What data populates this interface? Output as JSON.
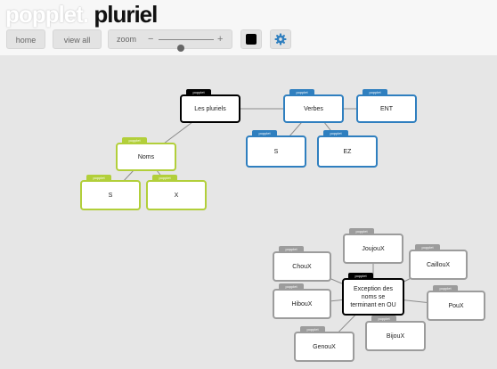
{
  "brand": {
    "logo": "popplet",
    "dot": ".",
    "title": "pluriel"
  },
  "toolbar": {
    "home_label": "home",
    "view_all_label": "view all",
    "zoom_label": "zoom",
    "zoom_minus": "−",
    "zoom_plus": "+",
    "zoom_level": 0.4,
    "current_color": "#000000",
    "settings_icon": "gear-icon"
  },
  "colors": {
    "black": "#000000",
    "blue": "#2f7fbf",
    "green": "#b2cf3a",
    "gray": "#9c9c9c",
    "background": "#e6e6e6"
  },
  "popples": [
    {
      "id": "les-pluriels",
      "text": "Les pluriels",
      "tab": "popplet",
      "color": "black"
    },
    {
      "id": "verbes",
      "text": "Verbes",
      "tab": "popplet",
      "color": "blue"
    },
    {
      "id": "ent",
      "text": "ENT",
      "tab": "popplet",
      "color": "blue"
    },
    {
      "id": "s-verb",
      "text": "S",
      "tab": "popplet",
      "color": "blue"
    },
    {
      "id": "ez",
      "text": "EZ",
      "tab": "popplet",
      "color": "blue"
    },
    {
      "id": "noms",
      "text": "Noms",
      "tab": "popplet",
      "color": "green"
    },
    {
      "id": "s-noun",
      "text": "S",
      "tab": "popplet",
      "color": "green"
    },
    {
      "id": "x-noun",
      "text": "X",
      "tab": "popplet",
      "color": "green"
    },
    {
      "id": "joujoux",
      "text": "JoujouX",
      "tab": "popplet",
      "color": "gray"
    },
    {
      "id": "choux",
      "text": "ChouX",
      "tab": "popplet",
      "color": "gray"
    },
    {
      "id": "cailloux",
      "text": "CaillouX",
      "tab": "popplet",
      "color": "gray"
    },
    {
      "id": "exception",
      "text": "Exception des noms se terminant en OU",
      "tab": "popplet",
      "color": "black"
    },
    {
      "id": "hiboux",
      "text": "HibouX",
      "tab": "popplet",
      "color": "gray"
    },
    {
      "id": "poux",
      "text": "PouX",
      "tab": "popplet",
      "color": "gray"
    },
    {
      "id": "bijoux",
      "text": "BijouX",
      "tab": "popplet",
      "color": "gray"
    },
    {
      "id": "genoux",
      "text": "GenouX",
      "tab": "popplet",
      "color": "gray"
    }
  ],
  "connections": [
    [
      "les-pluriels",
      "verbes"
    ],
    [
      "verbes",
      "ent"
    ],
    [
      "verbes",
      "s-verb"
    ],
    [
      "verbes",
      "ez"
    ],
    [
      "les-pluriels",
      "noms"
    ],
    [
      "noms",
      "s-noun"
    ],
    [
      "noms",
      "x-noun"
    ],
    [
      "exception",
      "joujoux"
    ],
    [
      "exception",
      "choux"
    ],
    [
      "exception",
      "cailloux"
    ],
    [
      "exception",
      "hiboux"
    ],
    [
      "exception",
      "poux"
    ],
    [
      "exception",
      "bijoux"
    ],
    [
      "exception",
      "genoux"
    ]
  ]
}
